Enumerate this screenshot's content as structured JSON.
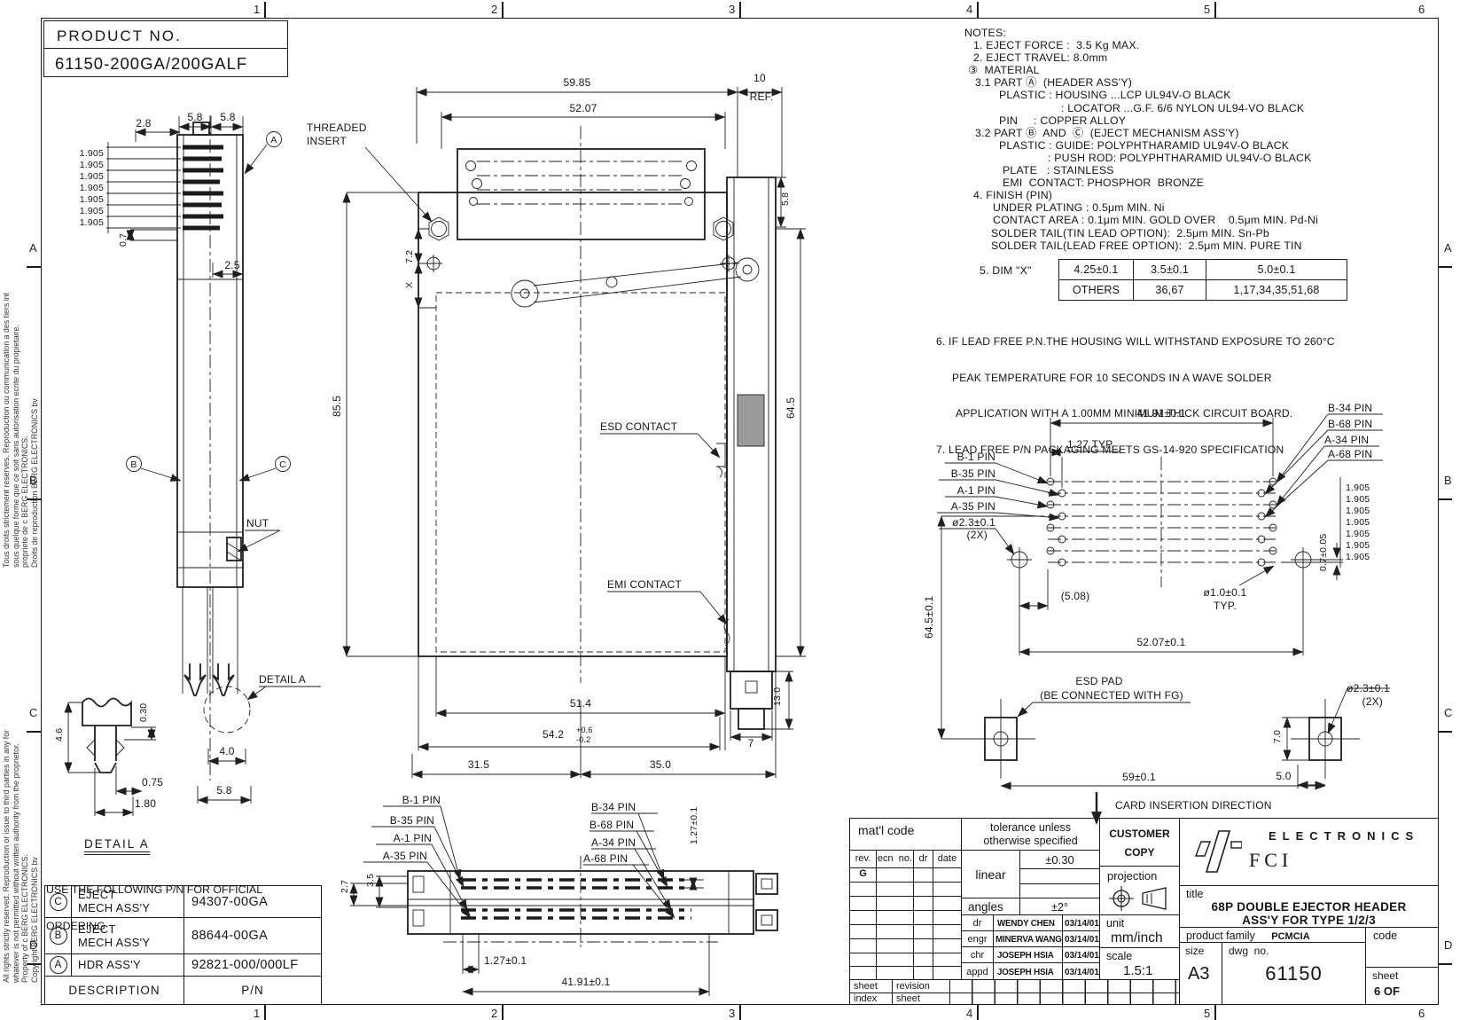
{
  "sheet": {
    "cols": [
      "1",
      "2",
      "3",
      "4",
      "5",
      "6"
    ],
    "rows": [
      "A",
      "B",
      "C",
      "D"
    ]
  },
  "product_box": {
    "label": "PRODUCT  NO.",
    "value": "61150-200GA/200GALF"
  },
  "copyright": {
    "fr": "Tous droits strictement reserves. Reproduction ou communication a des tiers int\nsous quelque forme que ce soit sans autorisation ecrite du propietaire.\npropriete de c BERG ELECTRONICS.\nDroits de reproduction BERG ELECTRONICS bv",
    "en": "All rights strictly reserved. Reproduction or issue to third parties in any for\nwhatever is not permitted without written authority from the proprietor.\nProperty of c BERG ELECTRONICS.\nCopyright BERG ELECTRONICS bv"
  },
  "notes": {
    "heading": "NOTES:",
    "n1": "1. EJECT FORCE :  3.5 Kg MAX.",
    "n2": "2. EJECT TRAVEL: 8.0mm",
    "n3": "③  MATERIAL",
    "n31": "3.1 PART Ⓐ  (HEADER ASS'Y)",
    "n31a": "PLASTIC : HOUSING ...LCP UL94V-O BLACK",
    "n31b": ": LOCATOR ...G.F. 6/6 NYLON UL94-VO BLACK",
    "n31c": "PIN     : COPPER ALLOY",
    "n32": "3.2 PART Ⓑ  AND  Ⓒ  (EJECT MECHANISM ASS'Y)",
    "n32a": "PLASTIC : GUIDE: POLYPHTHARAMID UL94V-O BLACK",
    "n32b": ": PUSH ROD: POLYPHTHARAMID UL94V-O BLACK",
    "n32c": "PLATE   : STAINLESS",
    "n32d": "EMI  CONTACT: PHOSPHOR  BRONZE",
    "n4": "4. FINISH (PIN)",
    "n4a": "UNDER PLATING : 0.5μm MIN. Ni",
    "n4b": "CONTACT AREA : 0.1μm MIN. GOLD OVER    0.5μm MIN. Pd-Ni",
    "n4c": "SOLDER TAIL(TIN LEAD OPTION):  2.5μm MIN. Sn-Pb",
    "n4d": "SOLDER TAIL(LEAD FREE OPTION):  2.5μm MIN. PURE TIN",
    "n5": "5. DIM \"X\"",
    "n6": "6. IF LEAD FREE P.N.THE HOUSING WILL WITHSTAND EXPOSURE TO 260°C",
    "n6b": "PEAK TEMPERATURE FOR 10 SECONDS IN A WAVE SOLDER",
    "n6c": "APPLICATION WITH A 1.00MM MINIMUM THICK CIRCUIT BOARD.",
    "n7": "7. LEAD FREE P/N PACKAGING MEETS GS-14-920 SPECIFICATION"
  },
  "dim_table": {
    "c1": "4.25±0.1",
    "c2": "3.5±0.1",
    "c3": "5.0±0.1",
    "c4": "OTHERS",
    "c5": "36,67",
    "c6": "1,17,34,35,51,68"
  },
  "ordering": {
    "l1": "USE THE FOLLOWING P/N FOR OFFICIAL",
    "l2": "ORDERING"
  },
  "parts": {
    "c_mark": "C",
    "c_desc1": "EJECT",
    "c_desc2": "MECH ASS'Y",
    "c_pn": "94307-00GA",
    "b_mark": "B",
    "b_desc1": "EJECT",
    "b_desc2": "MECH ASS'Y",
    "b_pn": "88644-00GA",
    "a_mark": "A",
    "a_desc": "HDR ASS'Y",
    "a_pn": "92821-000/000LF",
    "f_desc": "DESCRIPTION",
    "f_pn": "P/N"
  },
  "tb": {
    "matl": "mat'l code",
    "tol1": "tolerance unless",
    "tol2": "otherwise specified",
    "cust1": "CUSTOMER",
    "cust2": "COPY",
    "logo_el": "ELECTRONICS",
    "logo_fci": "FCI",
    "h_rev": "rev.",
    "h_ecn": "ecn  no.",
    "h_dr": "dr",
    "h_date": "date",
    "rev_g": "G",
    "linear": "linear",
    "lin_tol": "±0.30",
    "angles": "angles",
    "ang_tol": "±2°",
    "r1": "dr",
    "r1n": "WENDY CHEN",
    "r1d": "03/14/01",
    "r2": "engr",
    "r2n": "MINERVA WANG",
    "r2d": "03/14/01",
    "r3": "chr",
    "r3n": "JOSEPH HSIA",
    "r3d": "03/14/01",
    "r4": "appd",
    "r4n": "JOSEPH HSIA",
    "r4d": "03/14/01",
    "proj": "projection",
    "unit": "unit",
    "unit_v": "mm/inch",
    "scale": "scale",
    "scale_v": "1.5:1",
    "title": "title",
    "title1": "68P DOUBLE EJECTOR HEADER",
    "title2": "ASS'Y FOR TYPE 1/2/3",
    "pf": "product family",
    "pf_v": "PCMCIA",
    "code": "code",
    "size": "size",
    "size_v": "A3",
    "dwg_l": "dwg  no.",
    "dwg_v": "61150",
    "sheet": "sheet",
    "sheet_v": "6 OF",
    "bs1": "sheet",
    "bs2": "revision",
    "bi1": "index",
    "bi2": "sheet"
  },
  "dwg": {
    "thread1": "THREADED",
    "thread2": "INSERT",
    "esd": "ESD CONTACT",
    "emi": "EMI CONTACT",
    "nut": "NUT",
    "detail": "DETAIL A",
    "ma": "A",
    "mb": "B",
    "mc": "C",
    "d5985": "59.85",
    "d5207": "52.07",
    "d10": "10",
    "ref": "REF.",
    "d58": "5.8",
    "d72": "7.2",
    "x": "X",
    "d855": "85.5",
    "d645": "64.5",
    "d514": "51.4",
    "d542": "54.2",
    "t06": "+0.6",
    "t02": "-0.2",
    "d315": "31.5",
    "d350": "35.0",
    "d130": "13.0",
    "d7": "7",
    "d28": "2.8",
    "d07": "0.7",
    "d25": "2.5",
    "p19": "1.905",
    "d46": "4.6",
    "d030": "0.30",
    "d075": "0.75",
    "d180": "1.80",
    "d40": "4.0",
    "b1": "B-1 PIN",
    "b35": "B-35 PIN",
    "a1": "A-1 PIN",
    "a35": "A-35 PIN",
    "b34": "B-34 PIN",
    "b68": "B-68 PIN",
    "a34": "A-34 PIN",
    "a68": "A-68 PIN",
    "d127": "1.27±0.1",
    "d27": "2.7",
    "d35": "3.5",
    "d4191": "41.91±0.1",
    "d127t": "1.27  TYP.",
    "dia23": "ø2.3±0.1",
    "x2": "(2X)",
    "d508": "(5.08)",
    "dia10": "ø1.0±0.1",
    "typ": "TYP.",
    "d0705": "0.7±0.05",
    "d645t": "64.5±0.1",
    "d5207t": "52.07±0.1",
    "d59": "59±0.1",
    "d70": "7.0",
    "d50": "5.0",
    "esdpad1": "ESD PAD",
    "esdpad2": "(BE CONNECTED WITH FG)",
    "card": "CARD INSERTION DIRECTION"
  }
}
